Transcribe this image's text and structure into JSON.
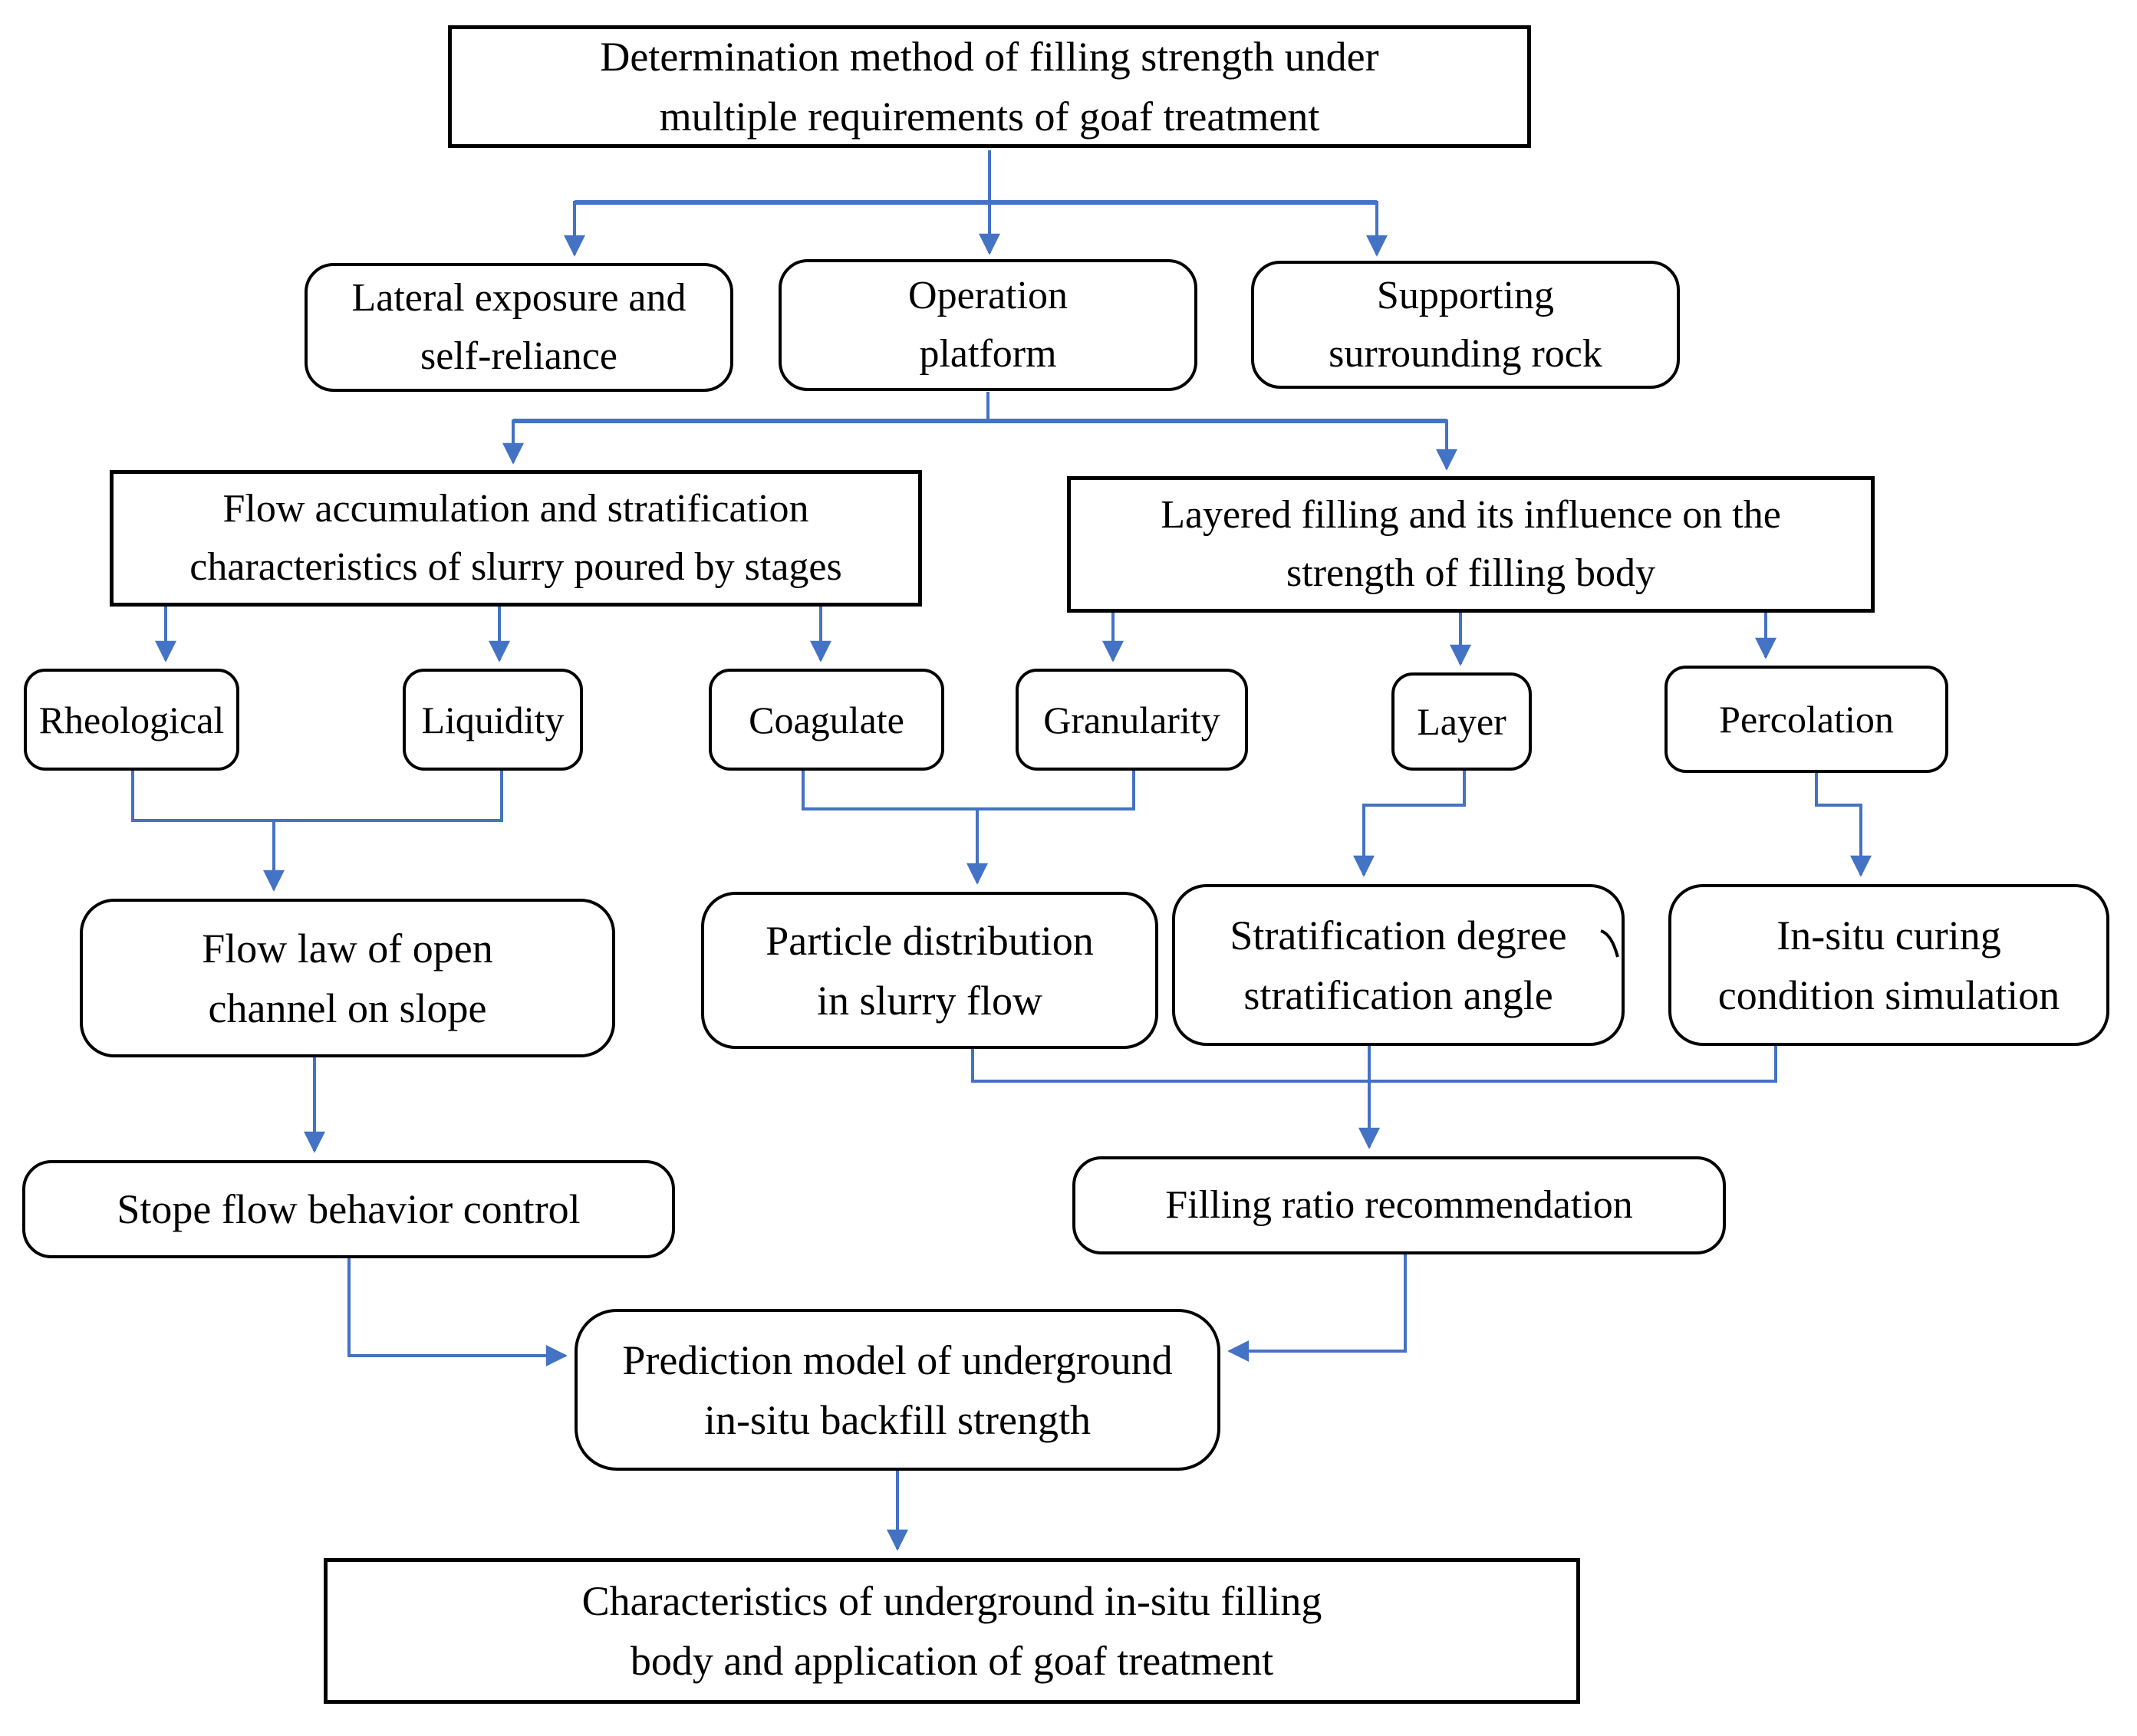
{
  "colors": {
    "arrow_blue": "#4472C4",
    "box_border": "#000000",
    "background": "#ffffff",
    "text": "#000000"
  },
  "nodes": {
    "title": {
      "lines": [
        "Determination method of filling strength under",
        "multiple requirements of goaf treatment"
      ]
    },
    "lateral": {
      "lines": [
        "Lateral exposure and",
        "self-reliance"
      ]
    },
    "operation": {
      "lines": [
        "Operation",
        "platform"
      ]
    },
    "supporting": {
      "lines": [
        "Supporting",
        "surrounding rock"
      ]
    },
    "flow_accumulation": {
      "lines": [
        "Flow accumulation and stratification",
        "characteristics of slurry poured by stages"
      ]
    },
    "layered_filling": {
      "lines": [
        "Layered filling and its influence on the",
        "strength of filling body"
      ]
    },
    "rheological": {
      "lines": [
        "Rheological"
      ]
    },
    "liquidity": {
      "lines": [
        "Liquidity"
      ]
    },
    "coagulate": {
      "lines": [
        "Coagulate"
      ]
    },
    "granularity": {
      "lines": [
        "Granularity"
      ]
    },
    "layer": {
      "lines": [
        "Layer"
      ]
    },
    "percolation": {
      "lines": [
        "Percolation"
      ]
    },
    "flow_law": {
      "lines": [
        "Flow law of open",
        "channel on slope"
      ]
    },
    "particle_distribution": {
      "lines": [
        "Particle distribution",
        "in slurry flow"
      ]
    },
    "stratification": {
      "lines": [
        "Stratification degree",
        "stratification angle"
      ]
    },
    "in_situ_curing": {
      "lines": [
        "In-situ curing",
        "condition simulation"
      ]
    },
    "stope_flow": {
      "lines": [
        "Stope flow behavior control"
      ]
    },
    "filling_ratio": {
      "lines": [
        "Filling ratio recommendation"
      ]
    },
    "prediction_model": {
      "lines": [
        "Prediction model of underground",
        "in-situ backfill strength"
      ]
    },
    "characteristics": {
      "lines": [
        "Characteristics of underground in-situ filling",
        "body and application of goaf treatment"
      ]
    }
  }
}
